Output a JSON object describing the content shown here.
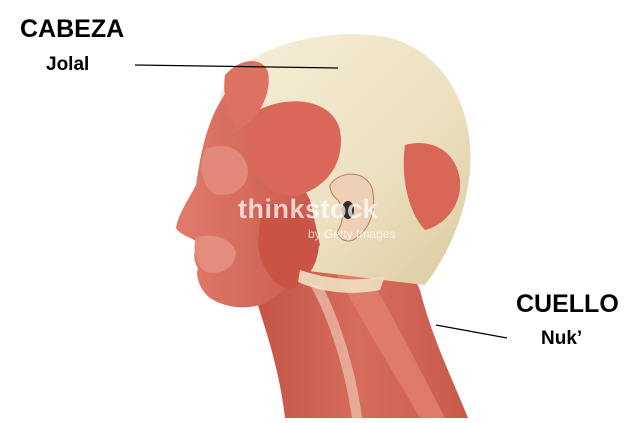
{
  "labels": {
    "head": {
      "spanish": "CABEZA",
      "local": "Jolal"
    },
    "neck": {
      "spanish": "CUELLO",
      "local": "Nuk’"
    }
  },
  "watermark": {
    "main": "thinkstock",
    "sub": "by Getty Images"
  },
  "image": {
    "subject": "head-muscle-anatomy-side-profile"
  },
  "colors": {
    "background": "#ffffff",
    "muscle": "#d9685a",
    "muscle_dark": "#b9473c",
    "tendon": "#efe4c8",
    "label_text": "#000000",
    "leader_line": "#000000"
  }
}
